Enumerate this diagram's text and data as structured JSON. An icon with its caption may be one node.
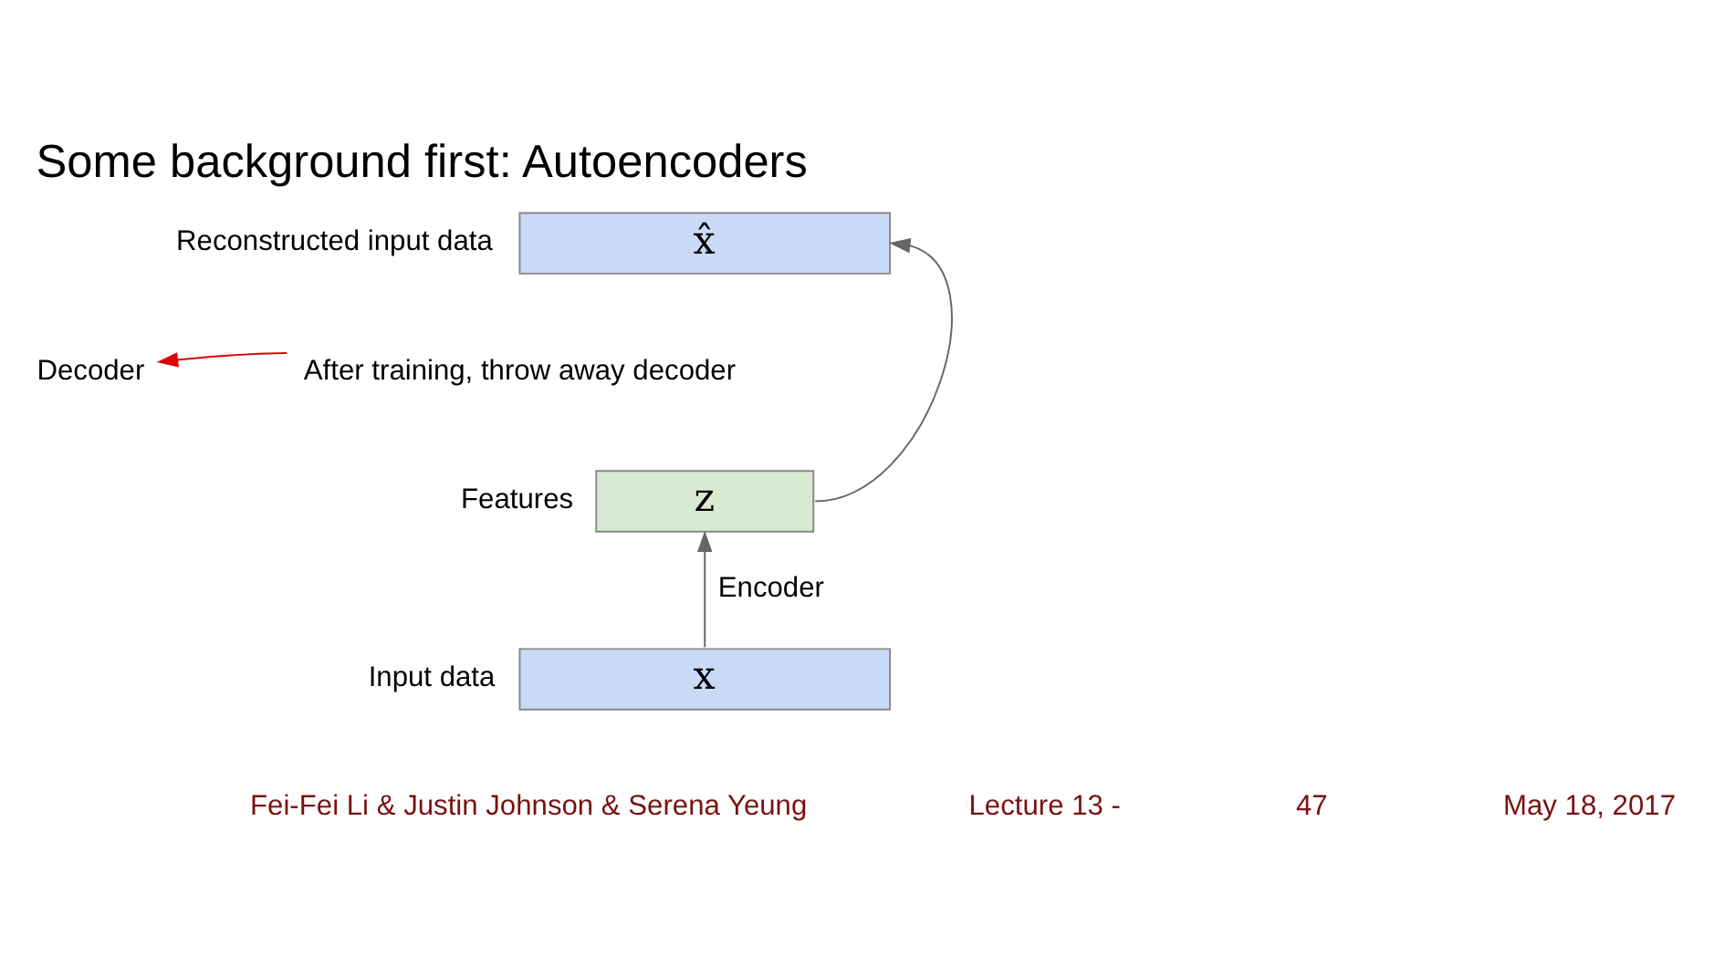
{
  "diagram": {
    "title": "Some background first: Autoencoders",
    "nodes": [
      {
        "text": [
          "x̂"
        ],
        "beside": [
          "Reconstructed input data"
        ]
      },
      {
        "text": [
          "z"
        ],
        "beside": [
          "Features"
        ]
      },
      {
        "text": [
          "x"
        ],
        "beside": [
          "Input data"
        ]
      },
      {
        "text": [
          "Decoder"
        ]
      },
      {
        "text": [
          "After training, throw away decoder"
        ]
      }
    ],
    "edges": [
      {
        "from": 2,
        "to": 1,
        "arrow": "to",
        "label": "Encoder"
      },
      {
        "from": 1,
        "to": 0,
        "arrow": "to"
      },
      {
        "from": 4,
        "to": 3,
        "arrow": "to",
        "color": "#e00000"
      }
    ],
    "labels": [
      "Fei-Fei Li & Justin Johnson & Serena Yeung",
      "Lecture 13 -",
      "47",
      "May 18, 2017"
    ]
  }
}
